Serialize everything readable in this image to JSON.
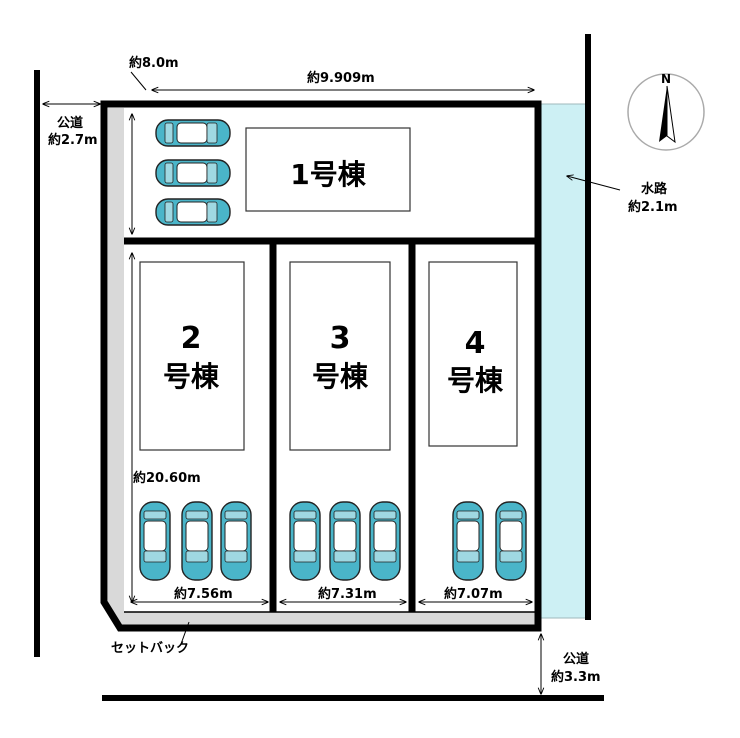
{
  "dimensions": {
    "width_top": "約9.909m",
    "depth_lot1": "約8.0m",
    "depth_total": "約20.60m",
    "frontage_2": "約7.56m",
    "frontage_3": "約7.31m",
    "frontage_4": "約7.07m"
  },
  "roads": {
    "left_label": "公道",
    "left_width": "約2.7m",
    "bottom_label": "公道",
    "bottom_width": "約3.3m"
  },
  "waterway": {
    "label": "水路",
    "width": "約2.1m"
  },
  "setback_label": "セットバック",
  "compass_label": "N",
  "buildings": [
    {
      "label": "1号棟"
    },
    {
      "number": "2",
      "suffix": "号棟"
    },
    {
      "number": "3",
      "suffix": "号棟"
    },
    {
      "number": "4",
      "suffix": "号棟"
    }
  ],
  "colors": {
    "car": "#4ab5c9",
    "waterway": "#cdf0f4",
    "setback": "#d9d9d9"
  }
}
